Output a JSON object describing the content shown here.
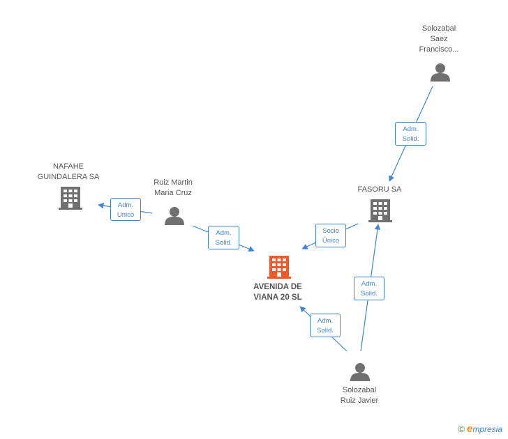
{
  "nodes": {
    "main": {
      "line1": "AVENIDA DE",
      "line2": "VIANA 20 SL"
    },
    "nafahe": {
      "line1": "NAFAHE",
      "line2": "GUINDALERA SA"
    },
    "ruiz_martin": {
      "line1": "Ruiz Martin",
      "line2": "Maria Cruz"
    },
    "fasoru": {
      "line1": "FASORU SA"
    },
    "solozabal_saez": {
      "line1": "Solozabal",
      "line2": "Saez",
      "line3": "Francisco..."
    },
    "solozabal_ruiz": {
      "line1": "Solozabal",
      "line2": "Ruiz Javier"
    }
  },
  "relations": {
    "ruiz_to_nafahe": {
      "line1": "Adm.",
      "line2": "Unico"
    },
    "ruiz_to_main": {
      "line1": "Adm.",
      "line2": "Solid."
    },
    "fasoru_to_main": {
      "line1": "Socio",
      "line2": "Único"
    },
    "saez_to_fasoru": {
      "line1": "Adm.",
      "line2": "Solid."
    },
    "javier_to_fasoru": {
      "line1": "Adm.",
      "line2": "Solid."
    },
    "javier_to_main": {
      "line1": "Adm.",
      "line2": "Solid."
    }
  },
  "footer": {
    "copyright": "©",
    "brand_e": "e",
    "brand_rest": "mpresia"
  },
  "colors": {
    "edge": "#3d85d6",
    "main_company": "#f05a28",
    "company": "#707070",
    "person": "#707070"
  },
  "icons": {
    "company": "building-icon",
    "person": "person-icon"
  }
}
